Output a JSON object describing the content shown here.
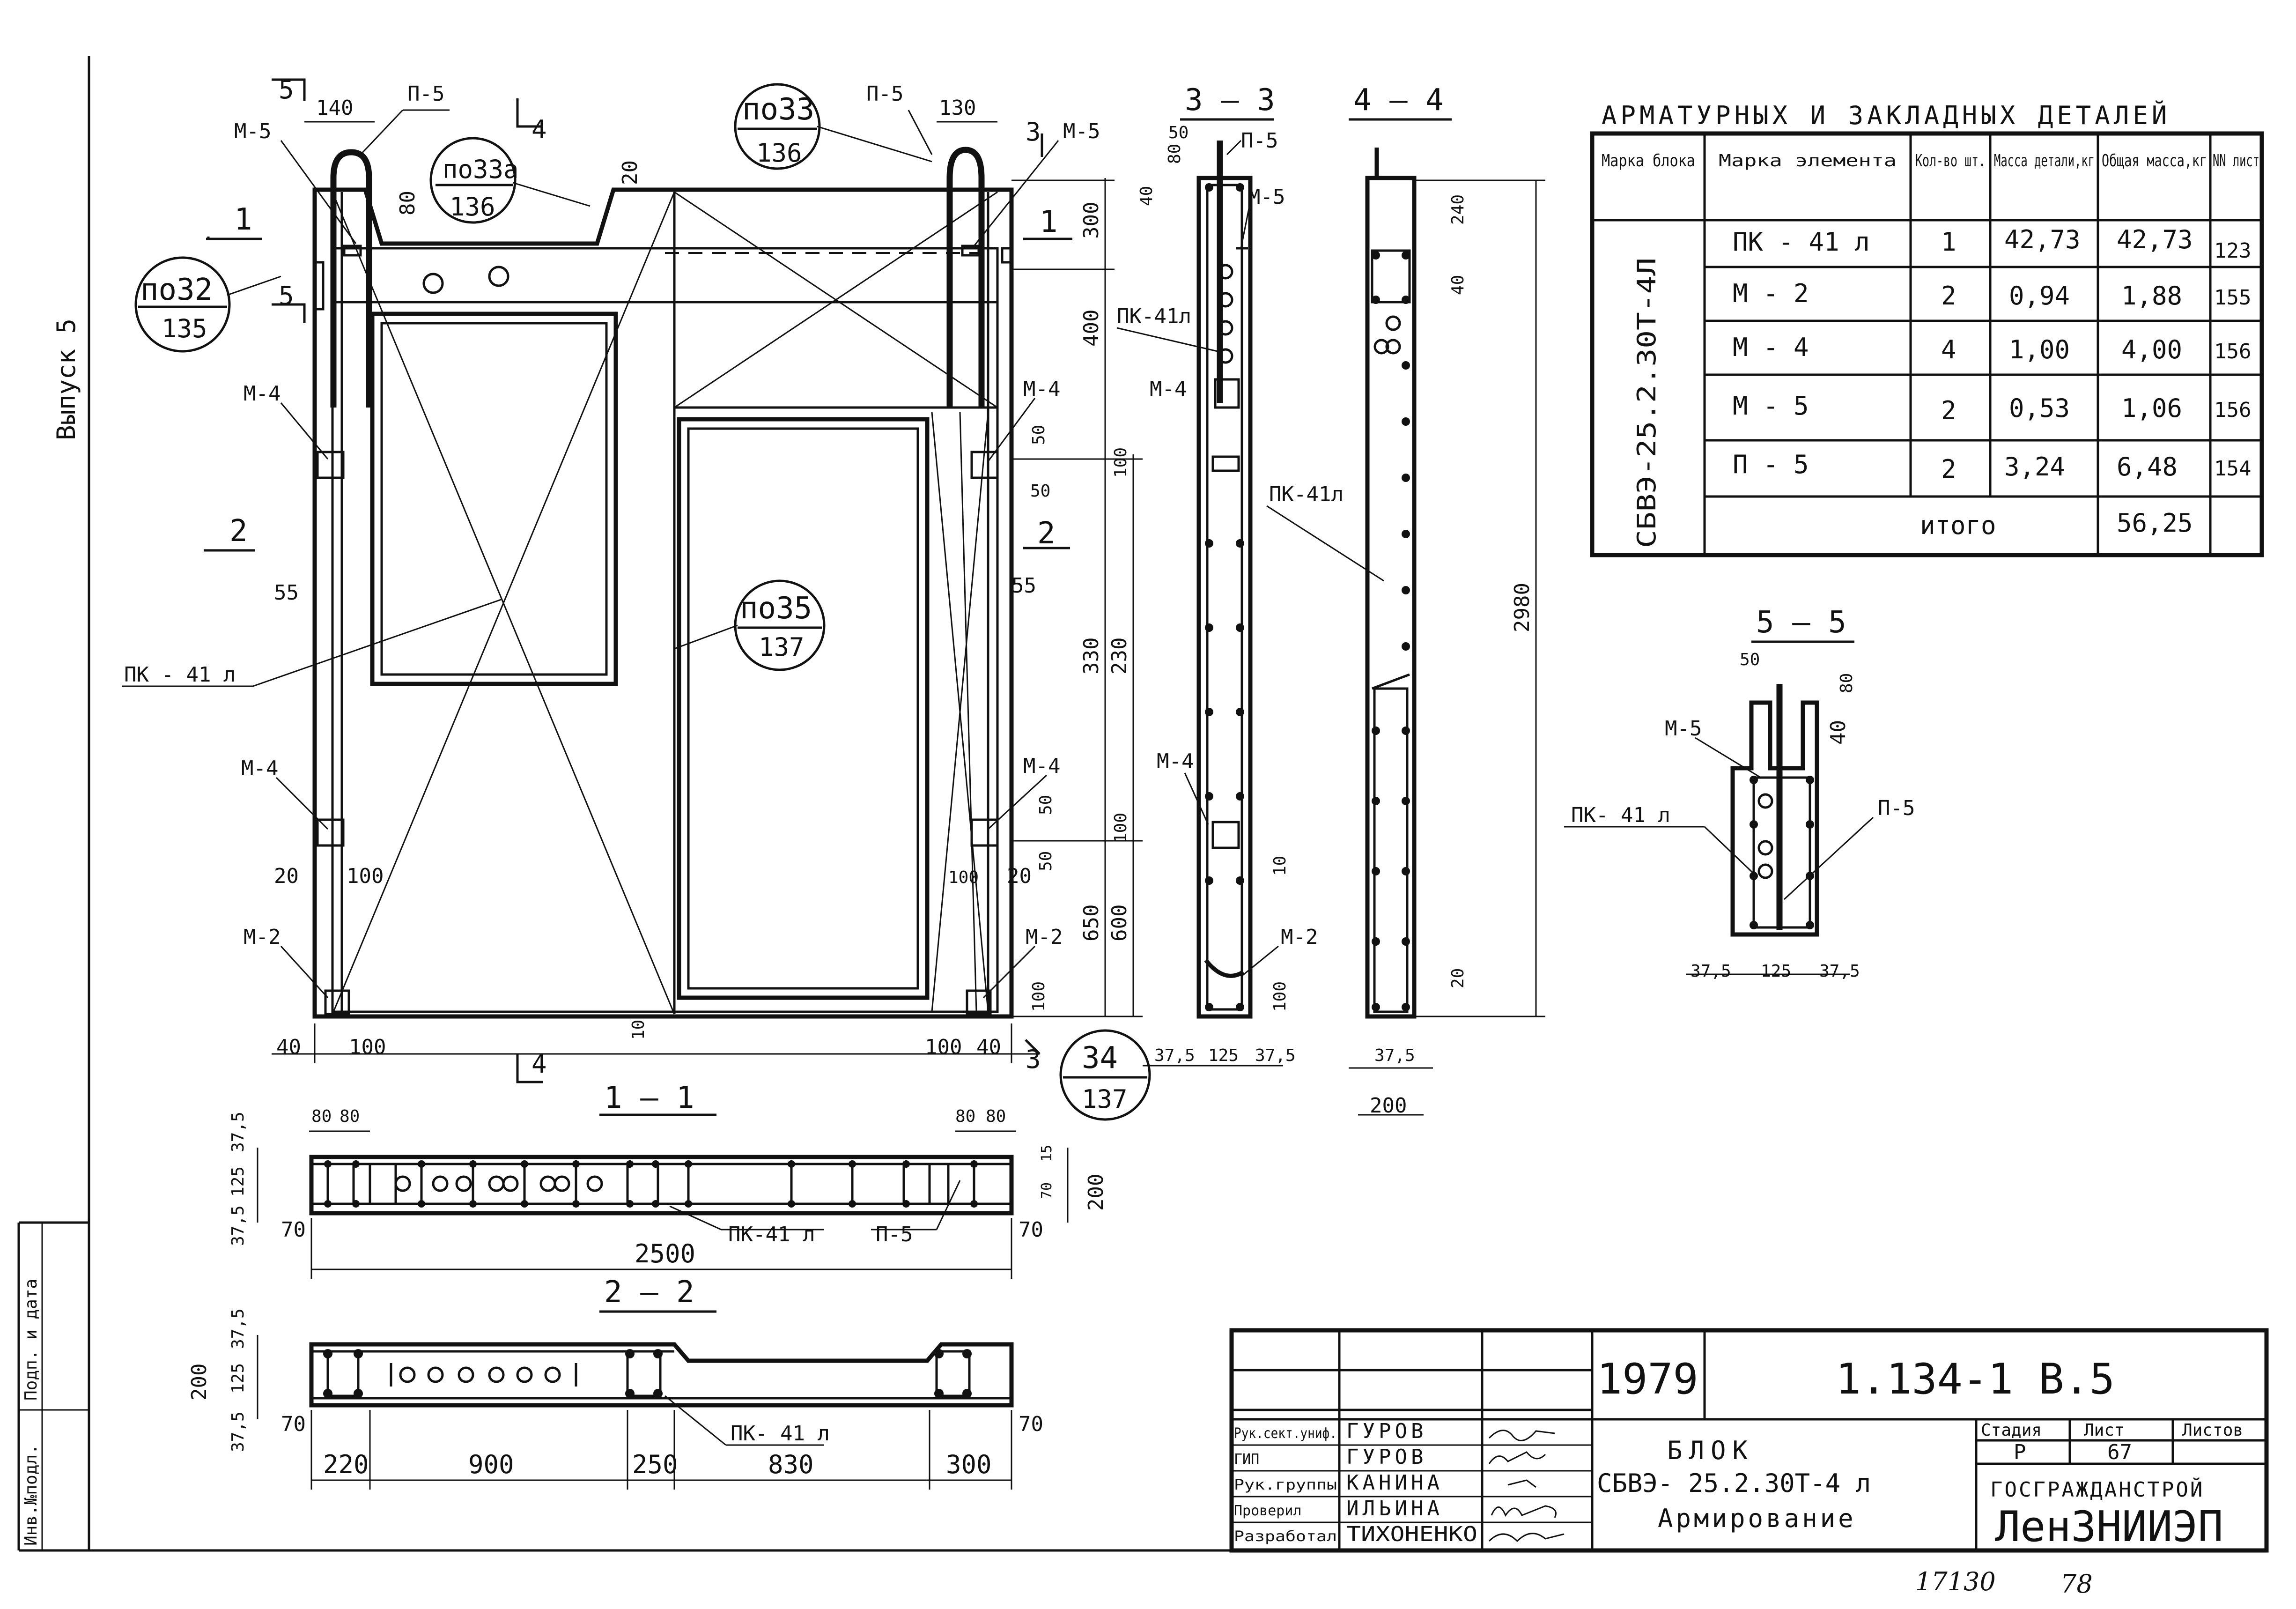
{
  "sheet": {
    "margin_label": "Выпуск 5",
    "inv_labels": [
      "Инв.№подл.",
      "Подп. и дата"
    ],
    "bottom_code": "17130",
    "bottom_page": "78"
  },
  "front_view": {
    "section_marks": {
      "s5_top": "5",
      "s5_mid": "5",
      "s4_top": "4",
      "s4_bot": "4",
      "s1_left": "1",
      "s1_right": "1",
      "s2_left": "2",
      "s2_right": "2",
      "s3_top": "3",
      "s3_bot": "3"
    },
    "labels": {
      "p5_left": "П-5",
      "p5_right": "П-5",
      "m5_left": "М-5",
      "m5_right": "М-5",
      "m4_ul": "М-4",
      "m4_ur": "М-4",
      "m4_ll": "М-4",
      "m4_lr": "М-4",
      "m2_left": "М-2",
      "m2_right": "М-2",
      "pk41": "ПК - 41 л"
    },
    "dims": {
      "d140": "140",
      "d130": "130",
      "d80": "80",
      "d20a": "20",
      "d300": "300",
      "d400": "400",
      "d50a": "50",
      "d50b": "50",
      "d100a": "100",
      "d330": "330",
      "d230": "230",
      "d55a": "55",
      "d55b": "55",
      "d20b": "20",
      "d100b": "100",
      "d100c": "100",
      "d20c": "20",
      "d50c": "50",
      "d50d": "50",
      "d100d": "100",
      "d650": "650",
      "d600": "600",
      "d40a": "40",
      "d100e": "100",
      "d100f": "100",
      "d40b": "40",
      "d10": "10",
      "d100g": "100"
    },
    "refs": {
      "r33a_top": "по33а",
      "r33a_bot": "136",
      "r33_top": "по33",
      "r33_bot": "136",
      "r32_top": "по32",
      "r32_bot": "135",
      "r35_top": "по35",
      "r35_bot": "137",
      "r34_top": "34",
      "r34_bot": "137"
    }
  },
  "section33": {
    "title": "3 — 3",
    "labels": {
      "p5": "П-5",
      "m5": "М-5",
      "pk41a": "ПК-41л",
      "m4a": "М-4",
      "pk41b": "ПК-41л",
      "m4b": "М-4",
      "m2": "М-2"
    },
    "dims": {
      "d80": "80",
      "d50": "50",
      "d40": "40",
      "d100": "100",
      "d10": "10",
      "d375a": "37,5",
      "d125": "125",
      "d375b": "37,5"
    }
  },
  "section44": {
    "title": "4 — 4",
    "dims": {
      "d240": "240",
      "d40": "40",
      "d2980": "2980",
      "d20": "20",
      "d375": "37,5",
      "d200": "200"
    }
  },
  "section55": {
    "title": "5 — 5",
    "labels": {
      "m5": "М-5",
      "pk41": "ПК- 41 л",
      "p5": "П-5"
    },
    "dims": {
      "d50": "50",
      "d40": "40",
      "d80": "80",
      "d375a": "37,5",
      "d125": "125",
      "d375b": "37,5"
    }
  },
  "section11": {
    "title": "1 — 1",
    "labels": {
      "pk41": "ПК-41 л",
      "p5": "П-5"
    },
    "dims": {
      "d80a": "80",
      "d80b": "80",
      "d80c": "80",
      "d80d": "80",
      "d375t": "37,5",
      "d125": "125",
      "d375b": "37,5",
      "d15": "15",
      "d70r": "70",
      "d200": "200",
      "d70a": "70",
      "d70b": "70",
      "d2500": "2500"
    }
  },
  "section22": {
    "title": "2 — 2",
    "labels": {
      "pk41": "ПК- 41 л"
    },
    "dims": {
      "d375t": "37,5",
      "d200": "200",
      "d125": "125",
      "d375b": "37,5",
      "d70a": "70",
      "d70b": "70",
      "d220": "220",
      "d900": "900",
      "d250": "250",
      "d830": "830",
      "d300": "300"
    }
  },
  "spec_table": {
    "title": "АРМАТУРНЫХ И ЗАКЛАДНЫХ ДЕТАЛЕЙ",
    "headers": [
      "Марка блока",
      "Марка элемента",
      "Кол-во шт.",
      "Масса детали,кг",
      "Общая масса,кг",
      "NN лист"
    ],
    "block_mark": "СБВЭ-25.2.30Т-4Л",
    "rows": [
      {
        "element": "ПК - 41 л",
        "qty": "1",
        "mass": "42,73",
        "total": "42,73",
        "sheet": "123"
      },
      {
        "element": "М - 2",
        "qty": "2",
        "mass": "0,94",
        "total": "1,88",
        "sheet": "155"
      },
      {
        "element": "М - 4",
        "qty": "4",
        "mass": "1,00",
        "total": "4,00",
        "sheet": "156"
      },
      {
        "element": "М - 5",
        "qty": "2",
        "mass": "0,53",
        "total": "1,06",
        "sheet": "156"
      },
      {
        "element": "П - 5",
        "qty": "2",
        "mass": "3,24",
        "total": "6,48",
        "sheet": "154"
      }
    ],
    "total_label": "итого",
    "total_value": "56,25"
  },
  "title_block": {
    "year": "1979",
    "code": "1.134-1 В.5",
    "name_line1": "БЛОК",
    "name_line2": "СБВЭ- 25.2.30Т-4 л",
    "name_line3": "Армирование",
    "stage_label": "Стадия",
    "stage_value": "Р",
    "sheet_label": "Лист",
    "sheet_value": "67",
    "sheets_label": "Листов",
    "sheets_value": "",
    "org1": "ГОСГРАЖДАНСТРОЙ",
    "org2": "ЛенЗНИИЭП",
    "people": [
      {
        "role": "Рук.сект.униф.",
        "name": "ГУРОВ"
      },
      {
        "role": "ГИП",
        "name": "ГУРОВ"
      },
      {
        "role": "Рук.группы",
        "name": "КАНИНА"
      },
      {
        "role": "Проверил",
        "name": "ИЛЬИНА"
      },
      {
        "role": "Разработал",
        "name": "ТИХОНЕНКО"
      }
    ]
  }
}
